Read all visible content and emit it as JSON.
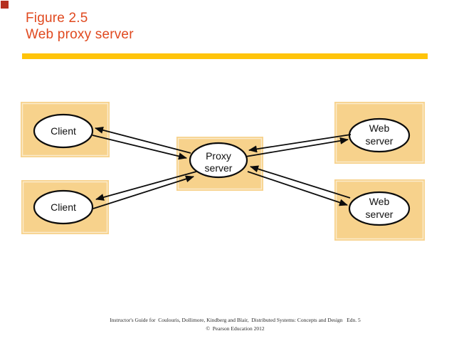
{
  "header": {
    "figure_label": "Figure 2.5",
    "figure_title": "Web proxy server"
  },
  "diagram": {
    "client_top": {
      "label": "Client"
    },
    "client_bottom": {
      "label": "Client"
    },
    "proxy": {
      "line1": "Proxy",
      "line2": "server"
    },
    "web_top": {
      "line1": "Web",
      "line2": "server"
    },
    "web_bottom": {
      "line1": "Web",
      "line2": "server"
    }
  },
  "footer": {
    "credit": "Instructor's Guide for  Coulouris, Dollimore, Kindberg and Blair,  Distributed Systems: Concepts and Design   Edn. 5",
    "copyright": "©  Pearson Education 2012"
  },
  "colors": {
    "title_text": "#e0491f",
    "accent_bar": "#ffc40a",
    "corner_square": "#b5301f",
    "node_panel": "#f7d28c",
    "ellipse_fill": "#ffffff",
    "line": "#0c0c0c"
  }
}
